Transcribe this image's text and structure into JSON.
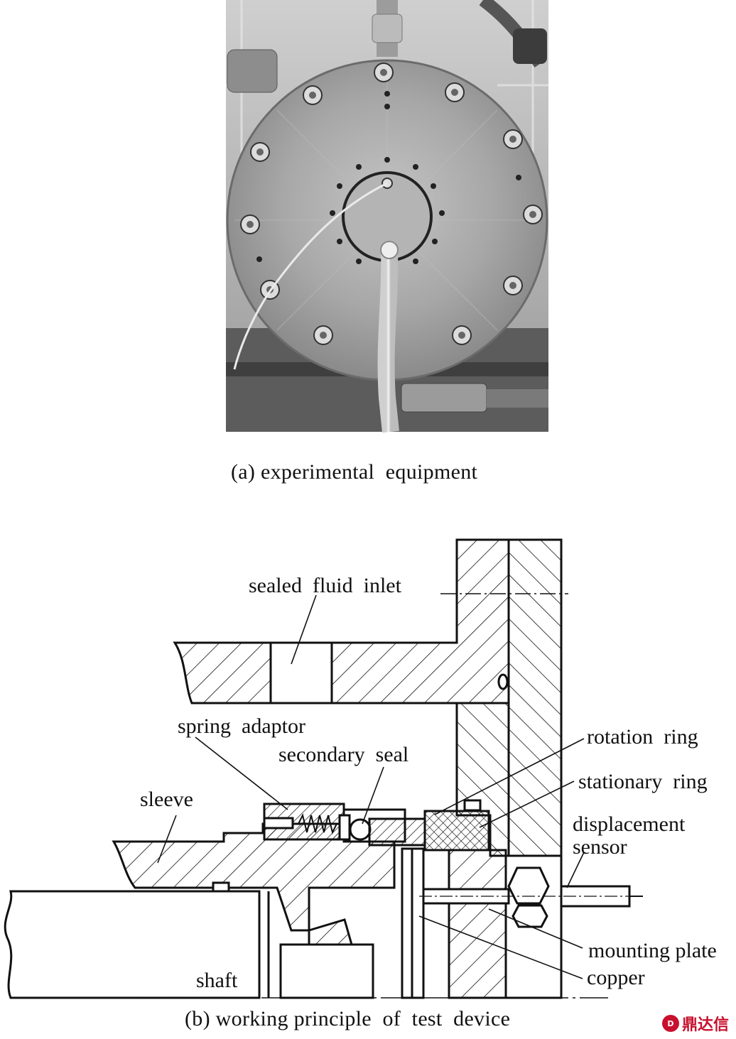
{
  "figure": {
    "caption_a": "(a) experimental  equipment",
    "caption_b": "(b) working principle  of  test  device"
  },
  "diagram": {
    "labels": {
      "sealed_fluid_inlet": "sealed  fluid  inlet",
      "spring_adaptor": "spring  adaptor",
      "secondary_seal": "secondary  seal",
      "sleeve": "sleeve",
      "rotation_ring": "rotation  ring",
      "stationary_ring": "stationary  ring",
      "displacement": "displacement",
      "sensor": "sensor",
      "mounting_plate": "mounting plate",
      "copper": "copper",
      "shaft": "shaft"
    }
  },
  "watermark": {
    "text": "鼎达信",
    "logo": "D"
  },
  "colors": {
    "ink": "#111111",
    "photo_metal": "#a9a9a9",
    "watermark": "#c8102e"
  }
}
